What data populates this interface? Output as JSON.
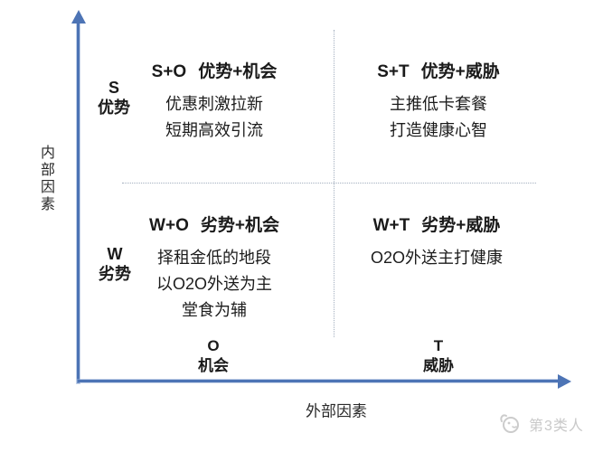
{
  "axes": {
    "y_axis_label": "内部因素",
    "x_axis_label": "外部因素"
  },
  "internal_factors": [
    {
      "code": "S",
      "label": "优势"
    },
    {
      "code": "W",
      "label": "劣势"
    }
  ],
  "external_factors": [
    {
      "code": "O",
      "label": "机会"
    },
    {
      "code": "T",
      "label": "威胁"
    }
  ],
  "quadrants": [
    {
      "code": "S+O",
      "name": "优势+机会",
      "lines": [
        "优惠刺激拉新",
        "短期高效引流"
      ]
    },
    {
      "code": "S+T",
      "name": "优势+威胁",
      "lines": [
        "主推低卡套餐",
        "打造健康心智"
      ]
    },
    {
      "code": "W+O",
      "name": "劣势+机会",
      "lines": [
        "择租金低的地段",
        "以O2O外送为主",
        "堂食为辅"
      ]
    },
    {
      "code": "W+T",
      "name": "劣势+威胁",
      "lines": [
        "O2O外送主打健康"
      ]
    }
  ],
  "watermark": {
    "text": "第3类人"
  },
  "colors": {
    "axis_blue": "#4d74b5",
    "divider_gray": "#93a2b5",
    "text_dark": "#1a1a1a",
    "watermark_gray": "#c9c9c9"
  }
}
